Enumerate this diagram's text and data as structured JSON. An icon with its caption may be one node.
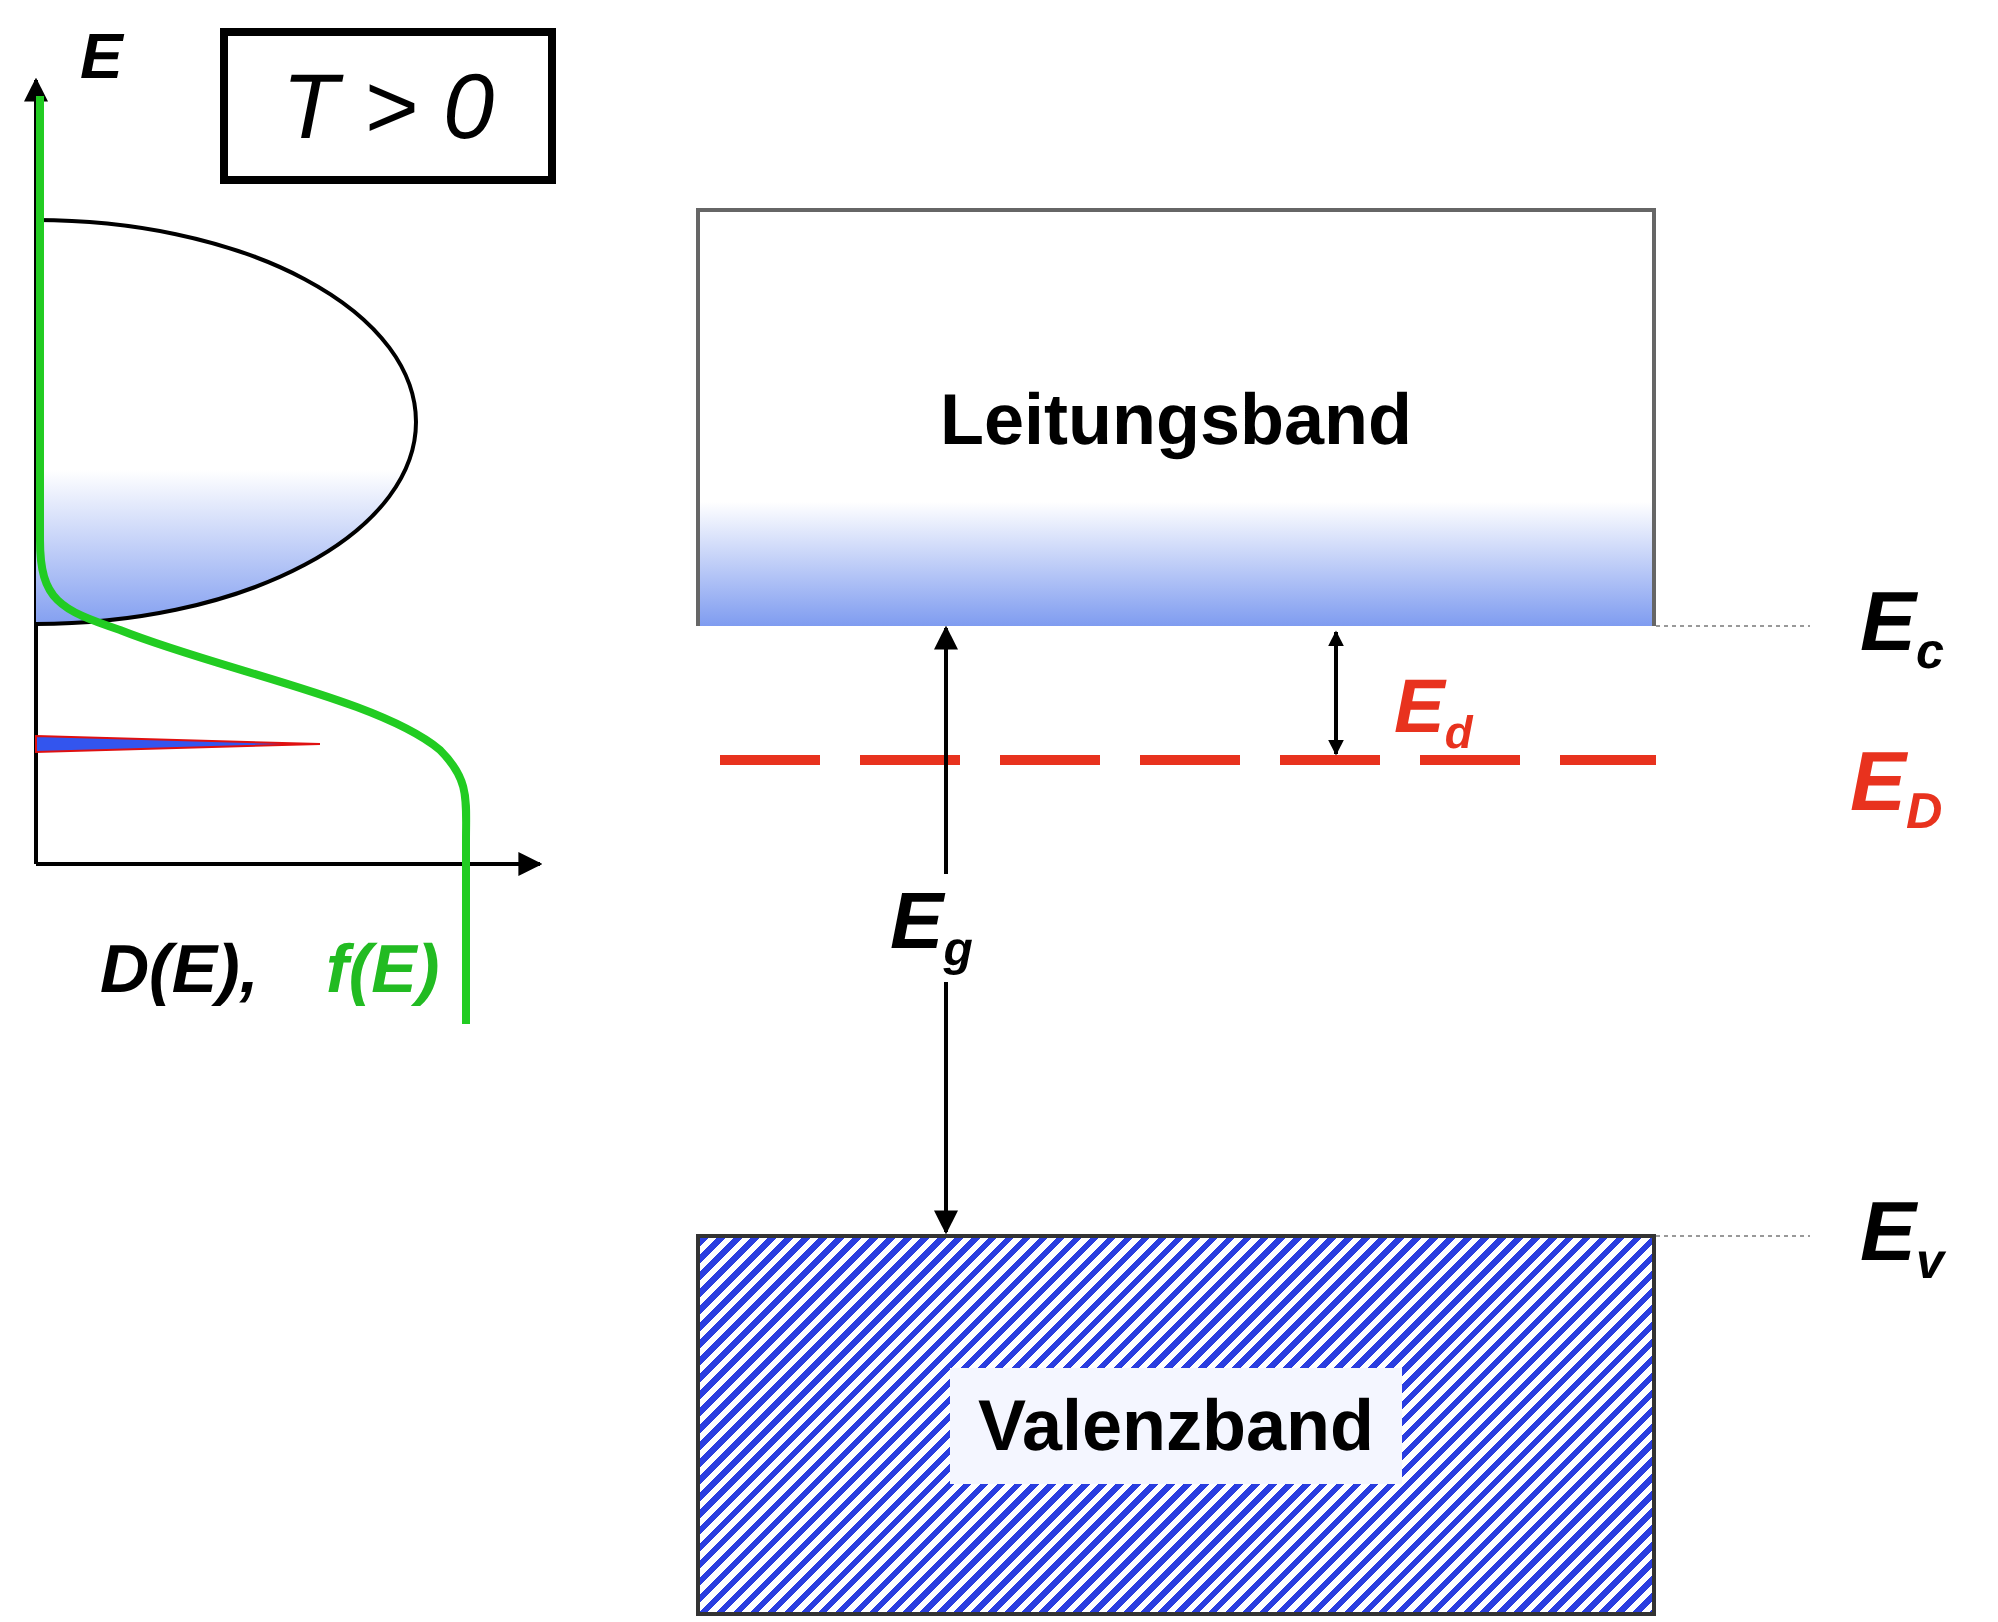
{
  "diagram": {
    "nodes": [
      {
        "text": [
          "T > 0"
        ]
      },
      {
        "text": [
          "Leitungsband"
        ]
      },
      {
        "text": [
          "Valenzband"
        ]
      }
    ],
    "edges": [
      {
        "from": 1,
        "to": 2,
        "arrow": "both",
        "label": "E$_{g}$"
      }
    ],
    "labels": [
      "E",
      "D(E),",
      "f(E)",
      "E$_{c}$",
      "E$_{d}$",
      "E$_{D}$",
      "E$_{v}$"
    ]
  }
}
